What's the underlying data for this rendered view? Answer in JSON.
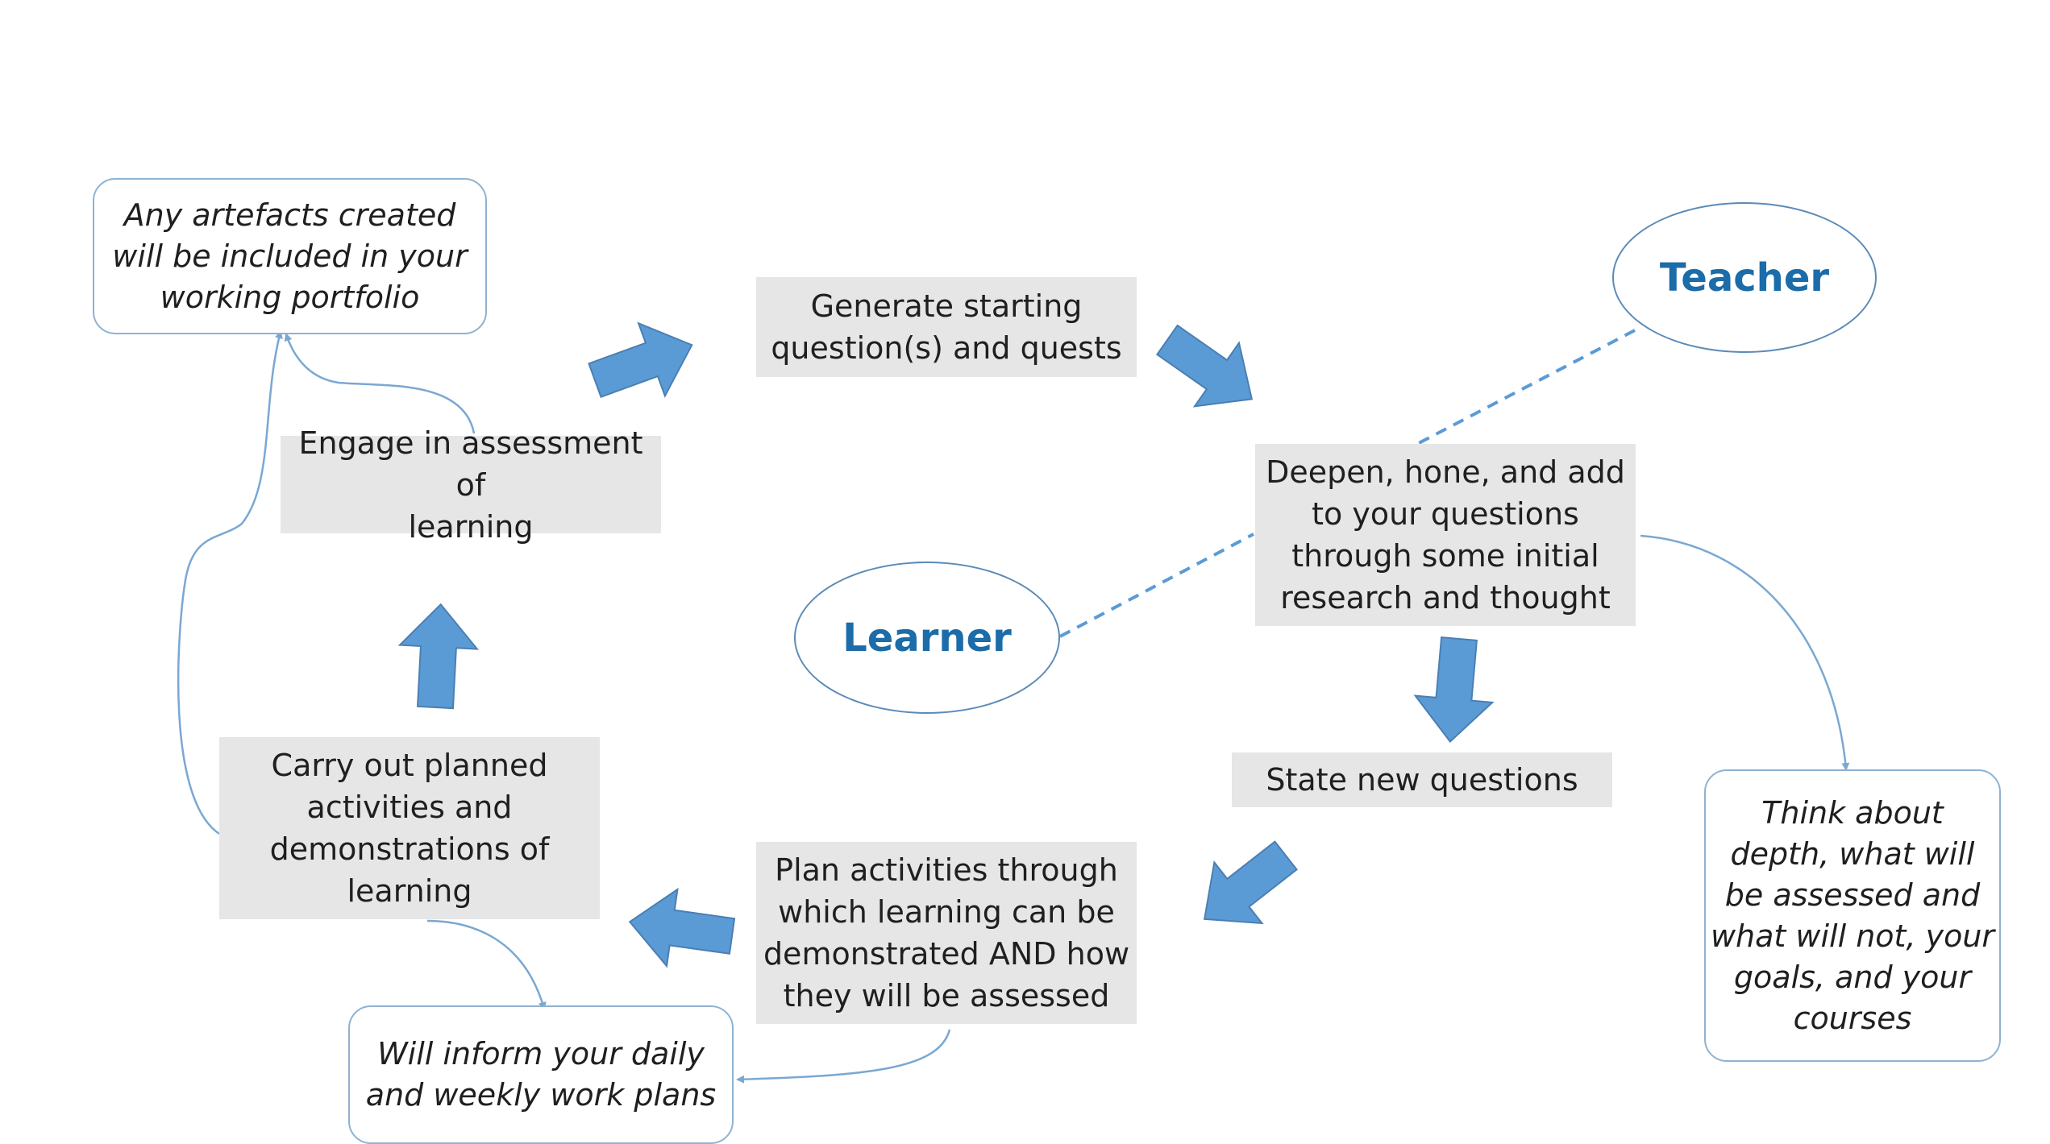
{
  "colors": {
    "arrow_fill": "#5b9bd5",
    "arrow_stroke": "#4a7fb2",
    "connector": "#7aa8d2",
    "step_fill": "#e7e6e6",
    "role_text": "#1b6ca8"
  },
  "steps": {
    "generate": "Generate starting\nquestion(s) and quests",
    "deepen": "Deepen, hone, and add\nto your questions\nthrough some initial\nresearch and thought",
    "state": "State new questions",
    "plan": "Plan activities through\nwhich learning can be\ndemonstrated AND how\nthey will be assessed",
    "carry": "Carry out planned\nactivities and\ndemonstrations of\nlearning",
    "engage": "Engage in assessment of\nlearning"
  },
  "notes": {
    "artefacts": "Any artefacts created\nwill be included in your\nworking portfolio",
    "think": "Think about\ndepth, what will\nbe assessed and\nwhat will not, your\ngoals, and your\ncourses",
    "inform": "Will inform your daily\nand weekly work plans"
  },
  "roles": {
    "teacher": "Teacher",
    "learner": "Learner"
  }
}
